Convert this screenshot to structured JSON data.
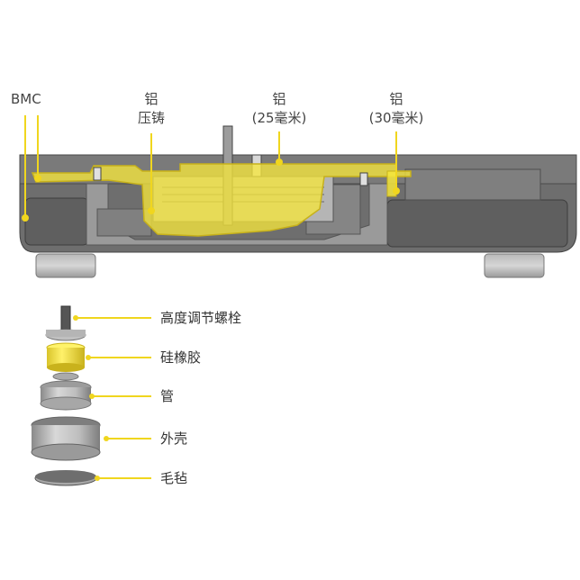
{
  "callouts": {
    "bmc": "BMC",
    "al_cast_1": "铝",
    "al_cast_2": "压铸",
    "al25_1": "铝",
    "al25_2": "(25毫米)",
    "al30_1": "铝",
    "al30_2": "(30毫米)"
  },
  "parts": [
    {
      "label": "高度调节螺栓"
    },
    {
      "label": "硅橡胶"
    },
    {
      "label": "管"
    },
    {
      "label": "外壳"
    },
    {
      "label": "毛毡"
    }
  ],
  "colors": {
    "highlight": "#f5e63c",
    "dark_body": "#6b6b6b",
    "mid_grey": "#8f8f8f",
    "light_grey": "#c9c9c9"
  }
}
